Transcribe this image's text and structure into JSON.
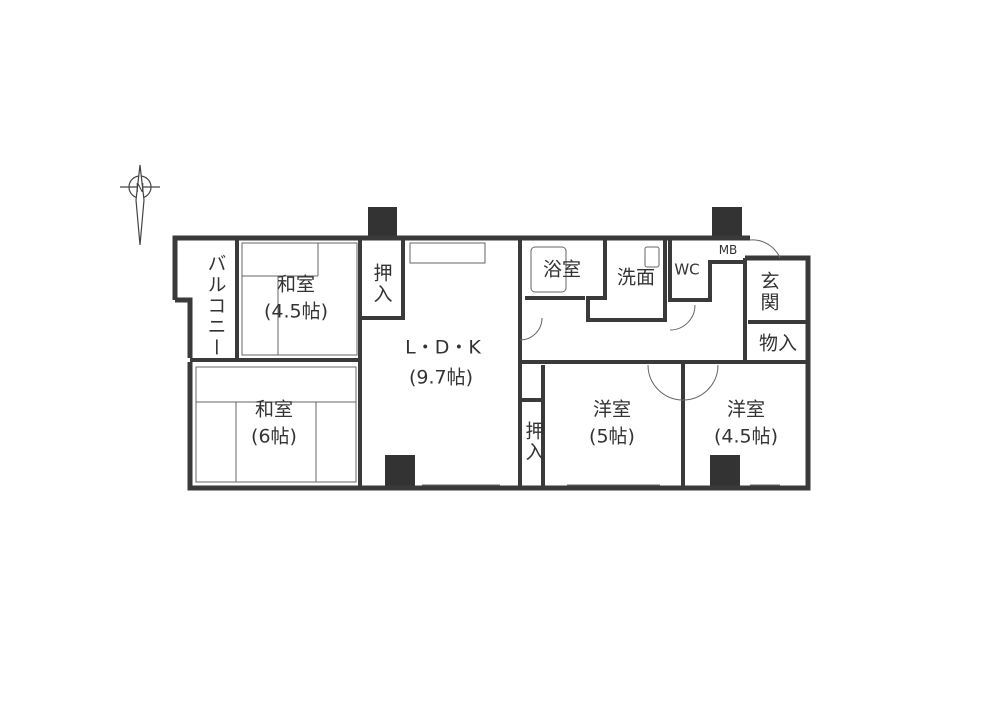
{
  "compass": {
    "label": "N"
  },
  "rooms": {
    "balcony": "バルコニー",
    "washitsu_small": {
      "name": "和室",
      "size": "(4.5帖)"
    },
    "oshiire_top": "押入",
    "ldk": {
      "name": "L・D・K",
      "size": "(9.7帖)"
    },
    "bath": "浴室",
    "washroom": "洗面",
    "wc": "WC",
    "mb": "MB",
    "entrance": "玄関",
    "storage": "物入",
    "washitsu_large": {
      "name": "和室",
      "size": "(6帖)"
    },
    "oshiire_mid": "押入",
    "youshitsu_5": {
      "name": "洋室",
      "size": "(5帖)"
    },
    "youshitsu_45": {
      "name": "洋室",
      "size": "(4.5帖)"
    }
  },
  "colors": {
    "wall": "#3a3a3a",
    "column": "#333333",
    "line": "#555555"
  }
}
